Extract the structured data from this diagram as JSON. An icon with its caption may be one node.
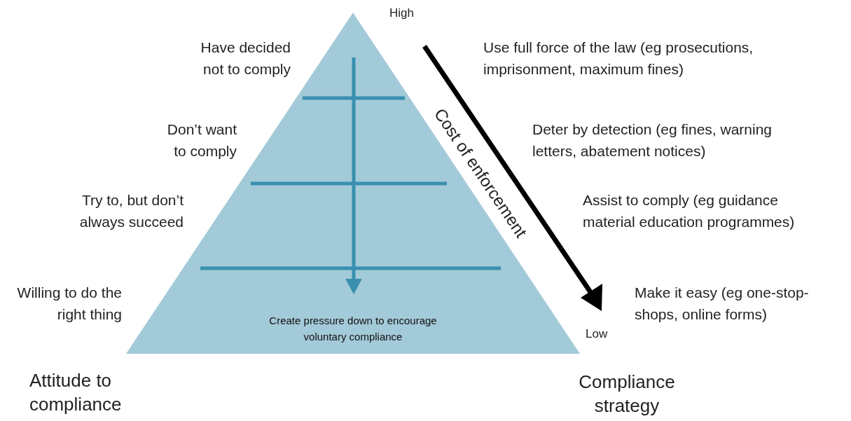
{
  "diagram": {
    "nodes": [
      {
        "text": [
          "Create pressure down to encourage voluntary compliance"
        ]
      }
    ],
    "labels": [
      "High",
      "Have decided not to comply",
      "Use full force of the law (eg prosecutions, imprisonment, maximum fines)",
      "Cost of enforcement",
      "Don’t want to comply",
      "Deter by detection (eg fines, warning letters, abatement notices)",
      "Try to, but don’t always succeed",
      "Assist to comply (eg guidance material education programmes)",
      "Willing to do the right thing",
      "Make it easy (eg one-stop-shops, online forms)",
      "Low",
      "Attitude to compliance",
      "Compliance strategy"
    ]
  }
}
